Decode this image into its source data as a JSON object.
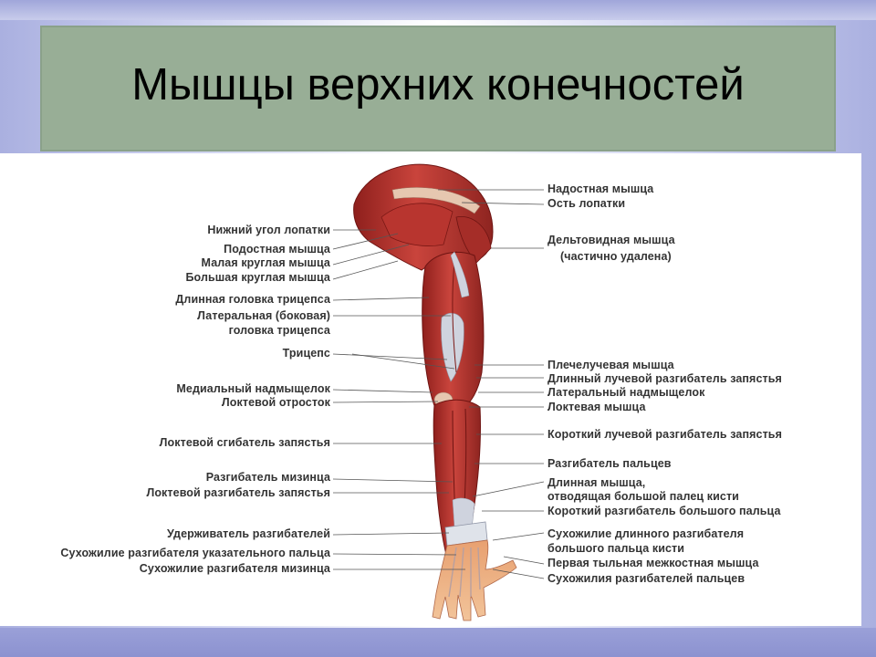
{
  "title": "Мышцы верхних конечностей",
  "colors": {
    "title_bg": "#98ae96",
    "frame": "#9aa0d8",
    "muscle": "#c23a34",
    "tendon": "#cfd3de",
    "label": "#333333"
  },
  "labels_left": [
    "Нижний угол лопатки",
    "Подостная мышца",
    "Малая круглая мышца",
    "Большая круглая мышца",
    "Длинная головка трицепса",
    "Латеральная (боковая)",
    "головка трицепса",
    "Трицепс",
    "Медиальный надмыщелок",
    "Локтевой отросток",
    "Локтевой сгибатель запястья",
    "Разгибатель мизинца",
    "Локтевой разгибатель запястья",
    "Удерживатель разгибателей",
    "Сухожилие разгибателя указательного пальца",
    "Сухожилие разгибателя мизинца"
  ],
  "labels_right": [
    "Надостная мышца",
    "Ость лопатки",
    "Дельтовидная мышца",
    "(частично удалена)",
    "Плечелучевая мышца",
    "Длинный лучевой разгибатель запястья",
    "Латеральный надмыщелок",
    "Локтевая мышца",
    "Короткий лучевой разгибатель запястья",
    "Разгибатель пальцев",
    "Длинная мышца,",
    "отводящая большой палец кисти",
    "Короткий разгибатель большого пальца",
    "Сухожилие длинного разгибателя",
    "большого пальца кисти",
    "Первая тыльная межкостная мышца",
    "Сухожилия разгибателей пальцев"
  ]
}
